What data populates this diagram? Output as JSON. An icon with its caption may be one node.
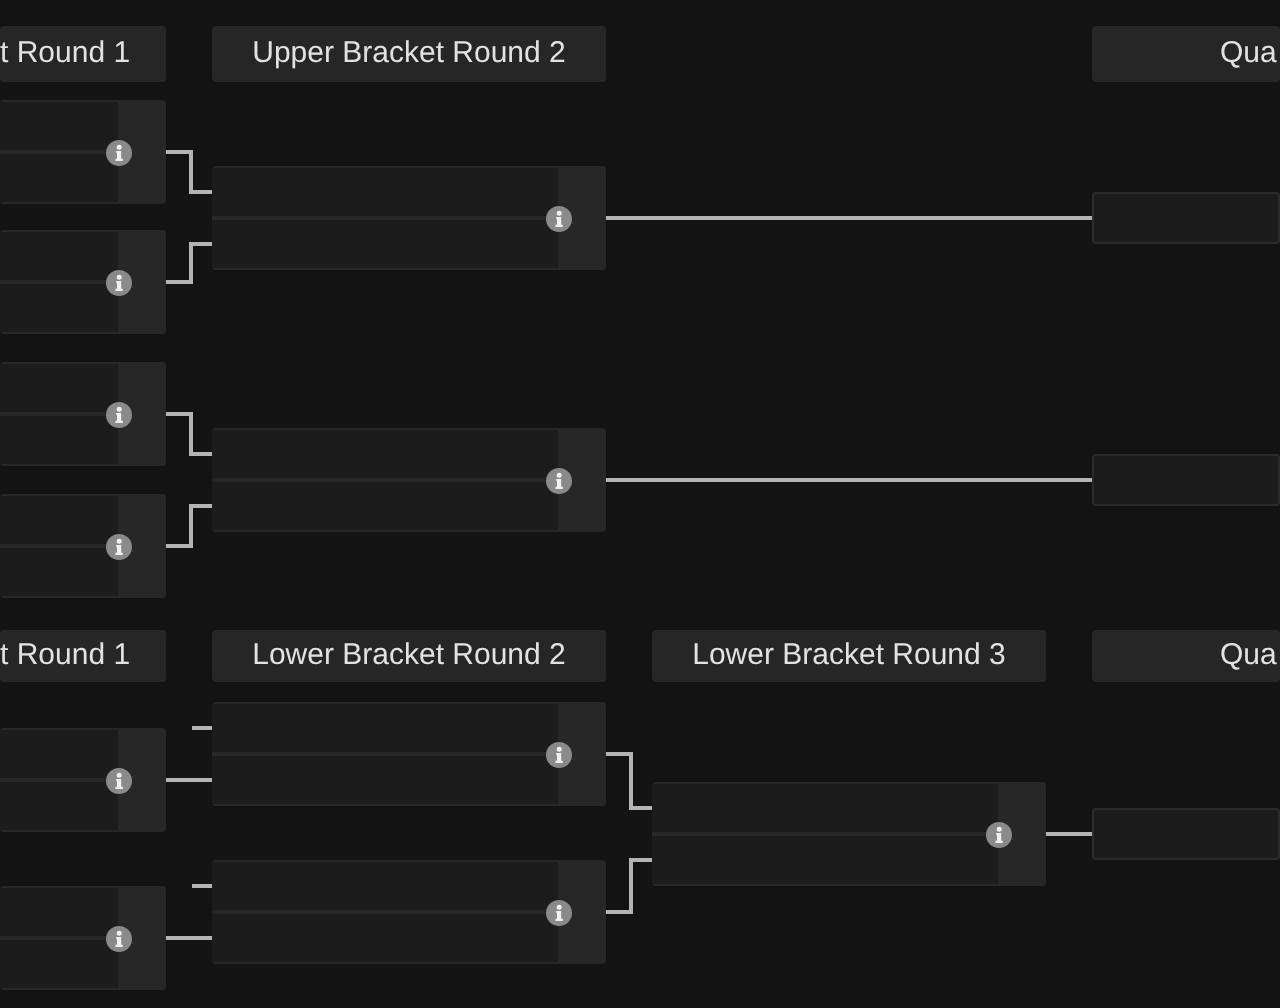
{
  "diagram": {
    "nodes": [
      {
        "text": [
          "t Round 1"
        ]
      },
      {
        "text": [
          "Upper Bracket Round 2"
        ]
      },
      {
        "text": [
          "Qua"
        ]
      },
      {
        "text": [],
        "shape": "box"
      },
      {
        "text": [],
        "shape": "box",
        "in": 3
      },
      {
        "text": [],
        "shape": "box",
        "in": 3
      },
      {
        "text": [],
        "shape": "box"
      },
      {
        "text": [],
        "shape": "box",
        "in": 6
      },
      {
        "text": [],
        "shape": "box",
        "in": 6
      },
      {
        "text": [],
        "shape": "box"
      },
      {
        "text": [],
        "shape": "box",
        "in": 9
      },
      {
        "text": [],
        "shape": "box",
        "in": 9
      },
      {
        "text": [],
        "shape": "box"
      },
      {
        "text": [],
        "shape": "box",
        "in": 12
      },
      {
        "text": [],
        "shape": "box",
        "in": 12
      },
      {
        "text": [],
        "shape": "box"
      },
      {
        "text": [],
        "shape": "box",
        "in": 15
      },
      {
        "text": [],
        "shape": "box",
        "in": 15
      },
      {
        "text": [],
        "shape": "box"
      },
      {
        "text": [],
        "shape": "box",
        "in": 18
      },
      {
        "text": [],
        "shape": "box",
        "in": 18
      },
      {
        "text": [],
        "shape": "box"
      },
      {
        "text": [],
        "shape": "box"
      },
      {
        "text": [
          "t Round 1"
        ]
      },
      {
        "text": [
          "Lower Bracket Round 2"
        ]
      },
      {
        "text": [
          "Lower Bracket Round 3"
        ]
      },
      {
        "text": [
          "Qua"
        ]
      },
      {
        "text": [],
        "shape": "box"
      },
      {
        "text": [],
        "shape": "box",
        "in": 27
      },
      {
        "text": [],
        "shape": "box",
        "in": 27
      },
      {
        "text": [],
        "shape": "box"
      },
      {
        "text": [],
        "shape": "box",
        "in": 30
      },
      {
        "text": [],
        "shape": "box",
        "in": 30
      },
      {
        "text": [],
        "shape": "box"
      },
      {
        "text": [],
        "shape": "box",
        "in": 33
      },
      {
        "text": [],
        "shape": "box",
        "in": 33
      },
      {
        "text": [],
        "shape": "box"
      },
      {
        "text": [],
        "shape": "box",
        "in": 36
      },
      {
        "text": [],
        "shape": "box",
        "in": 36
      },
      {
        "text": [],
        "shape": "box"
      },
      {
        "text": [],
        "shape": "box",
        "in": 39
      },
      {
        "text": [],
        "shape": "box",
        "in": 39
      },
      {
        "text": [],
        "shape": "box"
      }
    ],
    "edges": [
      {
        "from": 3,
        "to": 16,
        "arrow": "none"
      },
      {
        "from": 6,
        "to": 17,
        "arrow": "none"
      },
      {
        "from": 9,
        "to": 19,
        "arrow": "none"
      },
      {
        "from": 12,
        "to": 20,
        "arrow": "none"
      },
      {
        "from": 15,
        "to": 21,
        "arrow": "none"
      },
      {
        "from": 18,
        "to": 22,
        "arrow": "none"
      },
      {
        "from": null,
        "to": 34,
        "arrow": "none"
      },
      {
        "from": 27,
        "to": 35,
        "arrow": "none"
      },
      {
        "from": null,
        "to": 37,
        "arrow": "none"
      },
      {
        "from": 30,
        "to": 38,
        "arrow": "none"
      },
      {
        "from": 33,
        "to": 40,
        "arrow": "none"
      },
      {
        "from": 36,
        "to": 41,
        "arrow": "none"
      },
      {
        "from": 39,
        "to": 42,
        "arrow": "none"
      }
    ]
  }
}
